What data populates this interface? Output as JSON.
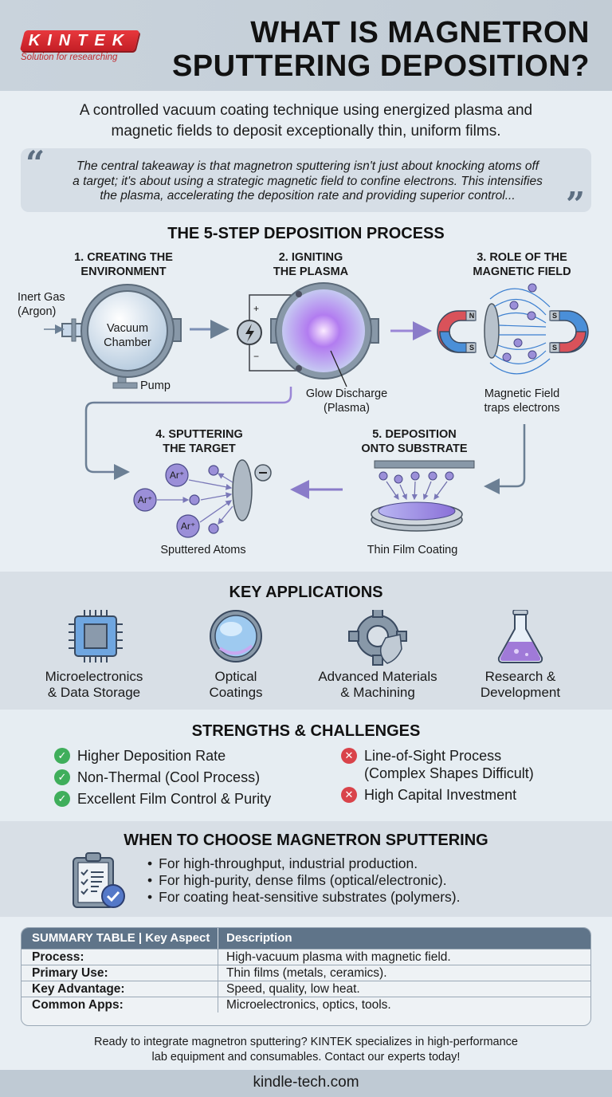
{
  "header": {
    "logo_text": "KINTEK",
    "logo_tagline": "Solution for researching",
    "title_line1": "WHAT IS MAGNETRON",
    "title_line2": "SPUTTERING DEPOSITION?"
  },
  "subtitle_line1": "A controlled vacuum coating technique using energized plasma and",
  "subtitle_line2": "magnetic fields to deposit exceptionally thin, uniform films.",
  "quote": {
    "open_mark": "“",
    "close_mark": "”",
    "line1": "The central takeaway is that magnetron sputtering isn't just about knocking atoms off",
    "line2": "a target; it's about using a strategic magnetic field to confine electrons. This intensifies",
    "line3": "the plasma, accelerating the deposition rate and providing superior control..."
  },
  "process": {
    "title": "THE 5-STEP DEPOSITION PROCESS",
    "steps": [
      {
        "title_l1": "1. CREATING THE",
        "title_l2": "ENVIRONMENT",
        "labels": [
          "Inert Gas",
          "(Argon)",
          "Vacuum",
          "Chamber",
          "Pump"
        ]
      },
      {
        "title_l1": "2. IGNITING",
        "title_l2": "THE PLASMA",
        "labels": [
          "Glow Discharge",
          "(Plasma)"
        ],
        "power_plus": "+",
        "power_minus": "−"
      },
      {
        "title_l1": "3. ROLE OF THE",
        "title_l2": "MAGNETIC FIELD",
        "labels": [
          "Magnetic Field",
          "traps electrons"
        ],
        "poles": [
          "N",
          "S",
          "S",
          "S"
        ]
      },
      {
        "title_l1": "4. SPUTTERING",
        "title_l2": "THE TARGET",
        "labels": [
          "Sputtered Atoms"
        ],
        "ion": "Ar⁺",
        "charge": "−"
      },
      {
        "title_l1": "5. DEPOSITION",
        "title_l2": "ONTO SUBSTRATE",
        "labels": [
          "Thin Film Coating"
        ]
      }
    ]
  },
  "applications": {
    "title": "KEY APPLICATIONS",
    "items": [
      {
        "icon": "microchip-icon",
        "l1": "Microelectronics",
        "l2": "& Data Storage"
      },
      {
        "icon": "lens-icon",
        "l1": "Optical",
        "l2": "Coatings"
      },
      {
        "icon": "gear-shield-icon",
        "l1": "Advanced Materials",
        "l2": "& Machining"
      },
      {
        "icon": "flask-icon",
        "l1": "Research &",
        "l2": "Development"
      }
    ]
  },
  "strengths_challenges": {
    "title": "STRENGTHS & CHALLENGES",
    "strengths": [
      "Higher Deposition Rate",
      "Non-Thermal (Cool Process)",
      "Excellent Film Control & Purity"
    ],
    "challenges": [
      {
        "l1": "Line-of-Sight Process",
        "l2": "(Complex Shapes Difficult)"
      },
      {
        "l1": "High Capital Investment",
        "l2": ""
      }
    ],
    "check_glyph": "✓",
    "cross_glyph": "✕",
    "colors": {
      "strength": "#3fae5b",
      "challenge": "#d9434a"
    }
  },
  "when_to_choose": {
    "title": "WHEN TO CHOOSE MAGNETRON SPUTTERING",
    "items": [
      "For high-throughput, industrial production.",
      "For high-purity, dense films (optical/electronic).",
      "For coating heat-sensitive substrates (polymers)."
    ]
  },
  "summary_table": {
    "headers": [
      "SUMMARY TABLE | Key Aspect",
      "Description"
    ],
    "rows": [
      [
        "Process:",
        "High-vacuum plasma with magnetic field."
      ],
      [
        "Primary Use:",
        "Thin films (metals, ceramics)."
      ],
      [
        "Key Advantage:",
        "Speed, quality, low heat."
      ],
      [
        "Common Apps:",
        "Microelectronics, optics, tools."
      ]
    ]
  },
  "cta": {
    "line1": "Ready to integrate magnetron sputtering? KINTEK specializes in high-performance",
    "line2": "lab equipment and consumables. Contact our experts today!"
  },
  "footer": {
    "url": "kindle-tech.com"
  },
  "colors": {
    "brand_red": "#d42a30",
    "plasma_purple": "#9b6ee0",
    "header_bg": "#c5cfd8",
    "table_header": "#5f7489"
  }
}
